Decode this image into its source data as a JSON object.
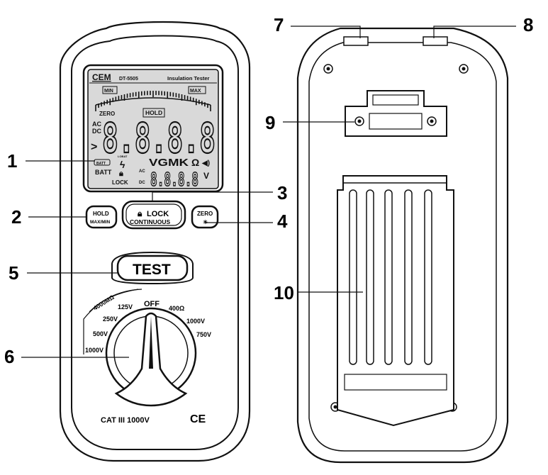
{
  "callouts": [
    "1",
    "2",
    "3",
    "4",
    "5",
    "6",
    "7",
    "8",
    "9",
    "10"
  ],
  "lcd": {
    "brand": "CEM",
    "model": "DT-5505",
    "product": "Insulation Tester",
    "min": "MIN",
    "max": "MAX",
    "zero": "ZERO",
    "hold": "HOLD",
    "ac": "AC",
    "dc": "DC",
    "batt_small": "BATT",
    "main_digits": "8.8.8.8",
    "units": "VGMK",
    "ohm": "Ω",
    "batt": "BATT",
    "lock": "LOCK",
    "ac2": "AC",
    "dc2": "DC",
    "sub_digits": "8.8.8.8",
    "v": "V",
    "lobat": "LOBAT"
  },
  "buttons": {
    "hold_top": "HOLD",
    "hold_bottom": "MAX/MIN",
    "lock_top": "LOCK",
    "lock_bottom": "CONTINUOUS",
    "zero": "ZERO",
    "test": "TEST"
  },
  "dial": {
    "off": "OFF",
    "p125": "125V",
    "p250": "250V",
    "p500": "500V",
    "p1000": "1000V",
    "range_arc": "4000MΩ",
    "p400": "400Ω",
    "p1000dc": "1000V",
    "p750ac": "750V"
  },
  "footer": {
    "cat": "CAT III 1000V",
    "ce": "CE"
  }
}
